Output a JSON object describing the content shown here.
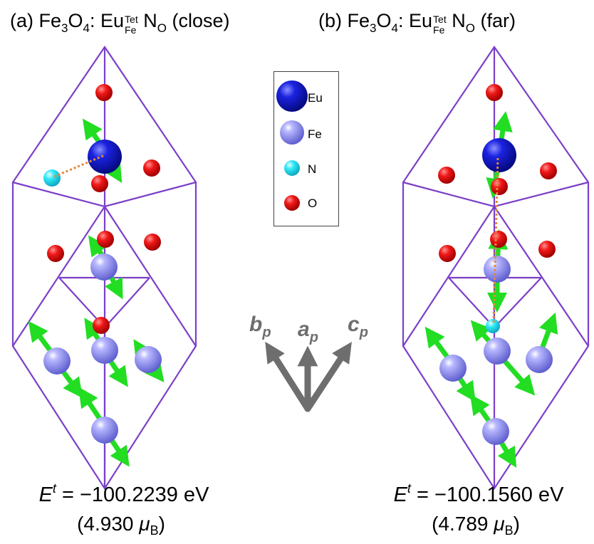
{
  "titles": {
    "a": {
      "prefix": "(a) Fe",
      "n1": "3",
      "mid": "O",
      "n2": "4",
      "colon": ":",
      "eu": "Eu",
      "sup": "Tet",
      "sub": "Fe",
      "n": " N",
      "n_sub": "O",
      "suffix": " (close)"
    },
    "b": {
      "prefix": "(b) Fe",
      "n1": "3",
      "mid": "O",
      "n2": "4",
      "colon": ":",
      "eu": "Eu",
      "sup": "Tet",
      "sub": "Fe",
      "n": " N",
      "n_sub": "O",
      "suffix": " (far)"
    }
  },
  "legend": [
    {
      "label": "Eu",
      "color": "#0a10c8"
    },
    {
      "label": "Fe",
      "color": "#8c8cf0"
    },
    {
      "label": "N",
      "color": "#20e0f0"
    },
    {
      "label": "O",
      "color": "#e01010"
    }
  ],
  "axes": [
    {
      "letter": "b",
      "sub": "p"
    },
    {
      "letter": "a",
      "sub": "p"
    },
    {
      "letter": "c",
      "sub": "p"
    }
  ],
  "energies": {
    "a": {
      "symbol": "E",
      "sup": "t",
      "value": " = −100.2239 eV",
      "moment": "4.930",
      "unit": "μ",
      "unit_sub": "B"
    },
    "b": {
      "symbol": "E",
      "sup": "t",
      "value": " = −100.1560 eV",
      "moment": "4.789",
      "unit": "μ",
      "unit_sub": "B"
    }
  },
  "colors": {
    "cell": "#7b3fc8",
    "spin": "#22dd22",
    "bond": "#e08a3c",
    "axis": "#6e6e6e"
  }
}
